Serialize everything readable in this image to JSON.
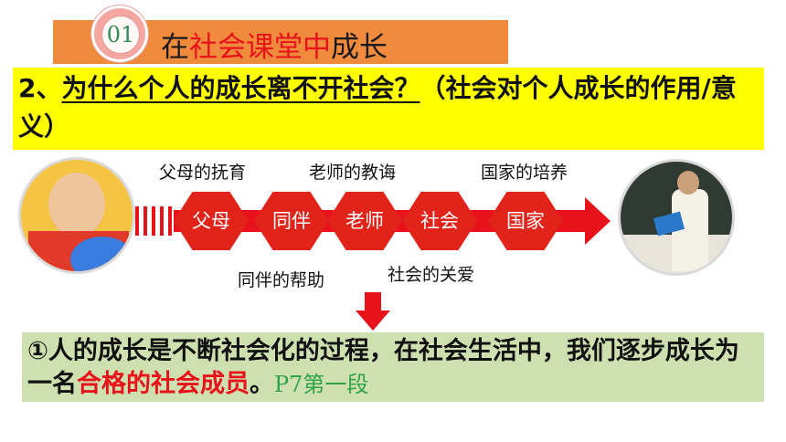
{
  "colors": {
    "header_bar": "#f08a3c",
    "accent_red": "#e8121a",
    "question_band": "#ffff00",
    "answer_box": "#cfe0b0",
    "page_ref_green": "#2fa34a"
  },
  "header": {
    "number": "01",
    "title_pre": "在",
    "title_highlight": "社会课堂中",
    "title_post": "成长"
  },
  "question": {
    "prefix": "2、",
    "main": "为什么个人的成长离不开社会？",
    "suffix": "（社会对个人成长的作用/意义）"
  },
  "flow": {
    "nodes": [
      "父母",
      "同伴",
      "老师",
      "社会",
      "国家"
    ],
    "labels_top": [
      "父母的抚育",
      "老师的教诲",
      "国家的培养"
    ],
    "labels_bottom": [
      "同伴的帮助",
      "社会的关爱"
    ]
  },
  "answer": {
    "part1": "①人的成长是不断社会化的过程，在社会生活中，我们逐步成长为一名",
    "highlight": "合格的社会成员",
    "part2": "。",
    "page_ref": "P7第一段"
  },
  "images": [
    "baby-photo",
    "teacher-photo"
  ]
}
